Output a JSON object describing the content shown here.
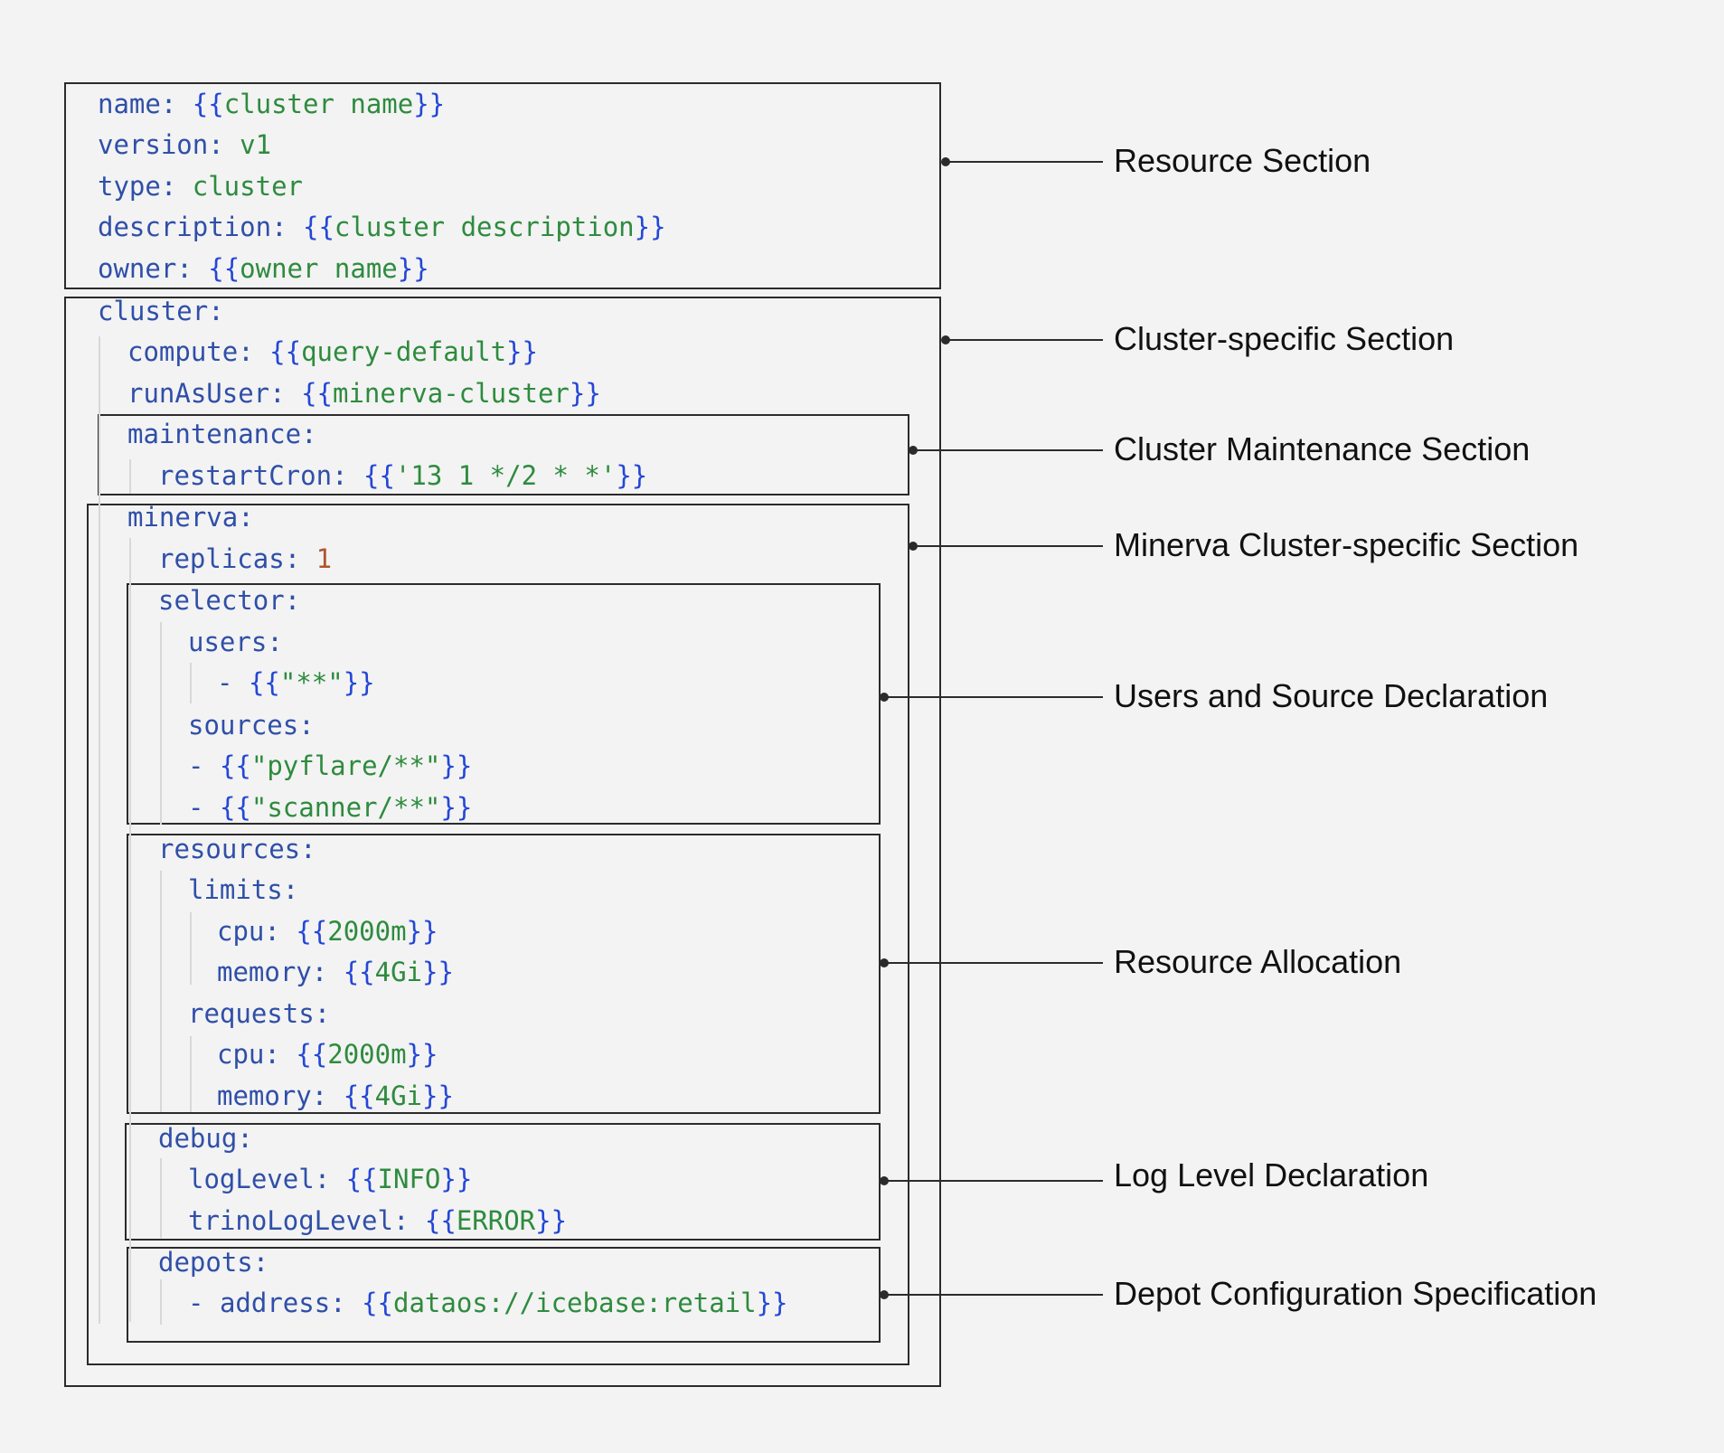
{
  "code": [
    {
      "id": "name",
      "key": "name",
      "value": "{{cluster name}}"
    },
    {
      "id": "version",
      "key": "version",
      "value": "v1"
    },
    {
      "id": "type",
      "key": "type",
      "value": "cluster"
    },
    {
      "id": "description",
      "key": "description",
      "value": "{{cluster description}}"
    },
    {
      "id": "owner",
      "key": "owner",
      "value": "{{owner name}}"
    },
    {
      "id": "cluster",
      "key": "cluster",
      "value": ""
    },
    {
      "id": "compute",
      "key": "compute",
      "value": "{{query-default}}"
    },
    {
      "id": "runasuser",
      "key": "runAsUser",
      "value": "{{minerva-cluster}}"
    },
    {
      "id": "maintenance",
      "key": "maintenance",
      "value": ""
    },
    {
      "id": "restartcron",
      "key": "restartCron",
      "value": "{{'13 1 */2 * *'}}"
    },
    {
      "id": "minerva",
      "key": "minerva",
      "value": ""
    },
    {
      "id": "replicas",
      "key": "replicas",
      "value": "1"
    },
    {
      "id": "selector",
      "key": "selector",
      "value": ""
    },
    {
      "id": "users",
      "key": "users",
      "value": ""
    },
    {
      "id": "users-item",
      "dash": "-",
      "value": "{{\"**\"}}"
    },
    {
      "id": "sources",
      "key": "sources",
      "value": ""
    },
    {
      "id": "sources-item-1",
      "dash": "-",
      "value": "{{\"pyflare/**\"}}"
    },
    {
      "id": "sources-item-2",
      "dash": "-",
      "value": "{{\"scanner/**\"}}"
    },
    {
      "id": "resources",
      "key": "resources",
      "value": ""
    },
    {
      "id": "limits",
      "key": "limits",
      "value": ""
    },
    {
      "id": "limits-cpu",
      "key": "cpu",
      "value": "{{2000m}}"
    },
    {
      "id": "limits-memory",
      "key": "memory",
      "value": "{{4Gi}}"
    },
    {
      "id": "requests",
      "key": "requests",
      "value": ""
    },
    {
      "id": "requests-cpu",
      "key": "cpu",
      "value": "{{2000m}}"
    },
    {
      "id": "requests-memory",
      "key": "memory",
      "value": "{{4Gi}}"
    },
    {
      "id": "debug",
      "key": "debug",
      "value": ""
    },
    {
      "id": "loglevel",
      "key": "logLevel",
      "value": "{{INFO}}"
    },
    {
      "id": "trinologlevel",
      "key": "trinoLogLevel",
      "value": "{{ERROR}}"
    },
    {
      "id": "depots",
      "key": "depots",
      "value": ""
    },
    {
      "id": "address",
      "dash": "-",
      "key": "address",
      "value": "{{dataos://icebase:retail}}"
    }
  ],
  "annotations": [
    {
      "id": "resource-section",
      "text": "Resource Section"
    },
    {
      "id": "cluster-specific-section",
      "text": "Cluster-specific Section"
    },
    {
      "id": "cluster-maintenance-section",
      "text": "Cluster Maintenance Section"
    },
    {
      "id": "minerva-cluster-specific-section",
      "text": "Minerva Cluster-specific Section"
    },
    {
      "id": "users-and-source-declaration",
      "text": "Users and Source Declaration"
    },
    {
      "id": "resource-allocation",
      "text": "Resource Allocation"
    },
    {
      "id": "log-level-declaration",
      "text": "Log Level Declaration"
    },
    {
      "id": "depot-configuration-specification",
      "text": "Depot Configuration Specification"
    }
  ],
  "colors": {
    "key": "#2f4fa8",
    "string": "#2e8b3e",
    "brace": "#2447d6",
    "number": "#b0542c",
    "frame": "#2b2b2b",
    "background": "#f3f3f3"
  }
}
